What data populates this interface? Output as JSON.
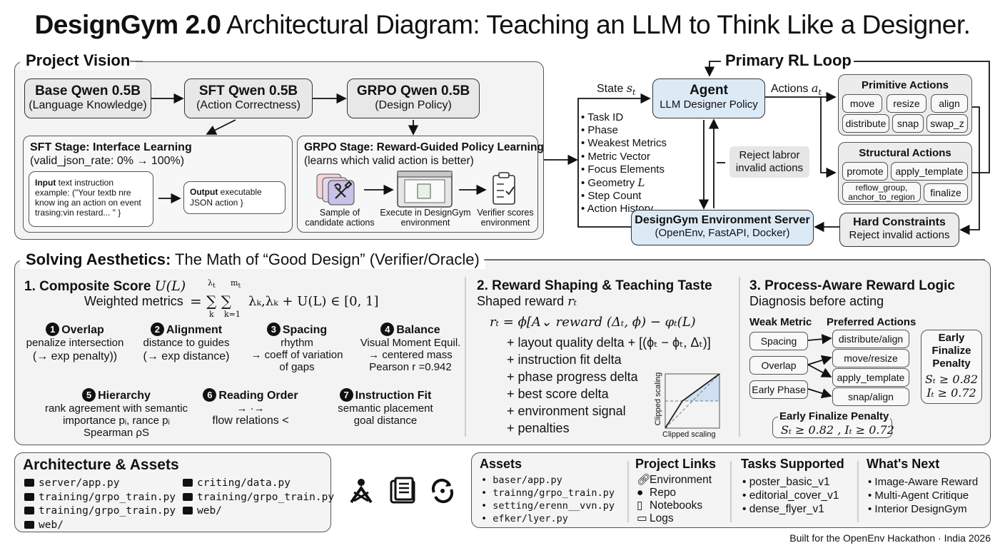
{
  "title": {
    "bold": "DesignGym 2.0",
    "rest": " Architectural Diagram: Teaching an LLM to Think Like a Designer."
  },
  "vision": {
    "title": "Project Vision",
    "stages": [
      {
        "title": "Base Qwen 0.5B",
        "sub": "(Language Knowledge)"
      },
      {
        "title": "SFT Qwen 0.5B",
        "sub": "(Action Correctness)"
      },
      {
        "title": "GRPO Qwen 0.5B",
        "sub": "(Design Policy)"
      }
    ],
    "sft": {
      "title": "SFT Stage: Interface Learning",
      "sub": "(valid_json_rate: 0% → 100%)",
      "input_label": "Input",
      "input_text": " text instruction example: (\"Your textb nre know ing an action on event trasing:vin restard... \" }",
      "output_label": "Output",
      "output_text": " executable JSON action }"
    },
    "grpo": {
      "title": "GRPO Stage: Reward-Guided Policy Learning",
      "sub": "(learns which valid action is better)",
      "step1": "Sample of candidate actions",
      "step2": "Execute in DesignGym environment",
      "step3": "Verifier scores environment"
    }
  },
  "loop": {
    "title": "Primary RL Loop",
    "state_label": "State",
    "state_symbol": "s",
    "state_sub": "t",
    "actions_label": "Actions",
    "actions_symbol": "a",
    "actions_sub": "t",
    "agent_title": "Agent",
    "agent_sub": "LLM Designer Policy",
    "state_items": [
      "Task ID",
      "Phase",
      "Weakest Metrics",
      "Metric Vector",
      "Focus Elements",
      "Geometry",
      "Step Count",
      "Action History"
    ],
    "geometry_symbol": "L",
    "reject_text": "Reject labror invalid actions",
    "env_title": "DesignGym Environment Server",
    "env_sub": "(OpenEnv, FastAPI, Docker)",
    "primitive_title": "Primitive Actions",
    "primitive_actions": [
      "move",
      "resize",
      "align",
      "distribute",
      "snap",
      "swap_z"
    ],
    "structural_title": "Structural Actions",
    "structural_actions": [
      "promote",
      "apply_template",
      "reflow_group, anchor_to_region",
      "finalize"
    ],
    "hard_title": "Hard Constraints",
    "hard_sub": "Reject invalid actions"
  },
  "aesthetics": {
    "title_bold": "Solving Aesthetics:",
    "title_rest": " The Math of “Good Design” (Verifier/Oracle)",
    "composite": {
      "heading": "1. Composite Score",
      "sym": "U(L)",
      "weighted": "Weighted metrics",
      "formula_tail": "λₖ,λₖ + U(L) ∈ [0, 1]"
    },
    "metrics": [
      {
        "n": "1",
        "title": "Overlap",
        "lines": [
          "penalize intersection",
          "(→ exp penalty))"
        ]
      },
      {
        "n": "2",
        "title": "Alignment",
        "lines": [
          "distance to guides",
          "(→ exp distance)"
        ]
      },
      {
        "n": "3",
        "title": "Spacing",
        "lines": [
          "rhythm",
          "→ coeff of variation",
          "of gaps"
        ]
      },
      {
        "n": "4",
        "title": "Balance",
        "lines": [
          "Visual Moment Equil.",
          "→ centered mass",
          "Pearson r =0.942"
        ]
      },
      {
        "n": "5",
        "title": "Hierarchy",
        "lines": [
          "rank agreement with semantic",
          "importance pᵢ, rance pᵢ",
          "Spearman ρS"
        ]
      },
      {
        "n": "6",
        "title": "Reading Order",
        "lines": [
          "→ ·→",
          "flow relations <"
        ]
      },
      {
        "n": "7",
        "title": "Instruction Fit",
        "lines": [
          "semantic placement",
          "goal distance"
        ]
      }
    ],
    "shaping": {
      "heading": "2. Reward Shaping & Teaching Taste",
      "shaped": "Shaped reward",
      "shaped_sym": "rₜ",
      "formula": "rₜ = ϕ[A⌄ reward (Δₜ, ϕ) − φₜ(L)",
      "terms": [
        "+ layout quality delta + [(ϕₜ − ϕₜ, Δₜ)]",
        "+ instruction fit delta",
        "+ phase progress delta",
        "+ best score delta",
        "+ environment signal",
        "+ penalties"
      ],
      "chart_ylabel": "Clipped scaling",
      "chart_xlabel": "Clipped scaling"
    },
    "process": {
      "heading": "3. Process-Aware Reward Logic",
      "sub": "Diagnosis before acting",
      "weak_header": "Weak Metric",
      "pref_header": "Preferred Actions",
      "weak": [
        "Spacing",
        "Overlap",
        "Early Phase"
      ],
      "preferred": [
        "distribute/align",
        "move/resize",
        "apply_template",
        "snap/align"
      ],
      "early_title": "Early Finalize Penalty",
      "early_c1": "Sₜ ≥ 0.82",
      "early_c2": "Iₜ ≥ 0.72",
      "bottom_title": "Early Finalize Penalty",
      "bottom_formula": "Sₜ ≥ 0.82 , Iₜ ≥ 0.72"
    }
  },
  "arch": {
    "title": "Architecture & Assets",
    "col1": [
      "server/app.py",
      "training/grpo_train.py",
      "training/grpo_train.py",
      "web/"
    ],
    "col2": [
      "criting/data.py",
      "training/grpo_train.py",
      "web/"
    ]
  },
  "assets": {
    "title": "Assets",
    "items": [
      "baser/app.py",
      "trainng/grpo_train.py",
      "setting/erenn__vvn.py",
      "efker/lyer.py"
    ]
  },
  "links": {
    "title": "Project Links",
    "items": [
      "Environment",
      "Repo",
      "Notebooks",
      "Logs"
    ]
  },
  "tasks": {
    "title": "Tasks Supported",
    "items": [
      "poster_basic_v1",
      "editorial_cover_v1",
      "dense_flyer_v1"
    ]
  },
  "next": {
    "title": "What's Next",
    "items": [
      "Image-Aware Reward",
      "Multi-Agent Critique",
      "Interior DesignGym"
    ]
  },
  "footer": "Built for the OpenEnv Hackathon · India 2026"
}
